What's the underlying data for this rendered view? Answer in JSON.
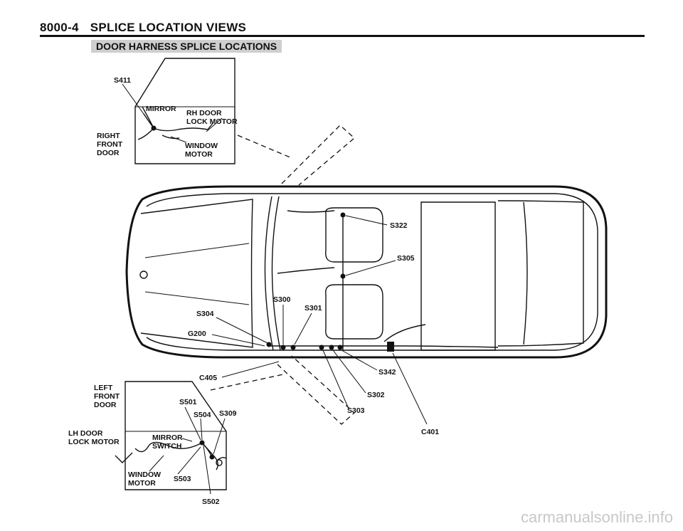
{
  "header": {
    "code": "8000-4",
    "title": "SPLICE LOCATION VIEWS"
  },
  "subheading": "DOOR HARNESS SPLICE LOCATIONS",
  "right_door": {
    "side_label": [
      "RIGHT",
      "FRONT",
      "DOOR"
    ],
    "splice": "S411",
    "mirror": "MIRROR",
    "lock_motor": [
      "RH DOOR",
      "LOCK MOTOR"
    ],
    "window_motor": [
      "WINDOW",
      "MOTOR"
    ]
  },
  "car": {
    "splices": [
      "S322",
      "S305",
      "S300",
      "S301",
      "S304",
      "G200",
      "C405",
      "S342",
      "S302",
      "S303",
      "C401"
    ]
  },
  "left_door": {
    "side_label": [
      "LEFT",
      "FRONT",
      "DOOR"
    ],
    "lock_motor": [
      "LH DOOR",
      "LOCK MOTOR"
    ],
    "splices": [
      "S501",
      "S504",
      "S309",
      "S503",
      "S502"
    ],
    "mirror_switch": [
      "MIRROR",
      "SWITCH"
    ],
    "window_motor": [
      "WINDOW",
      "MOTOR"
    ]
  },
  "watermark": "carmanualsonline.info"
}
